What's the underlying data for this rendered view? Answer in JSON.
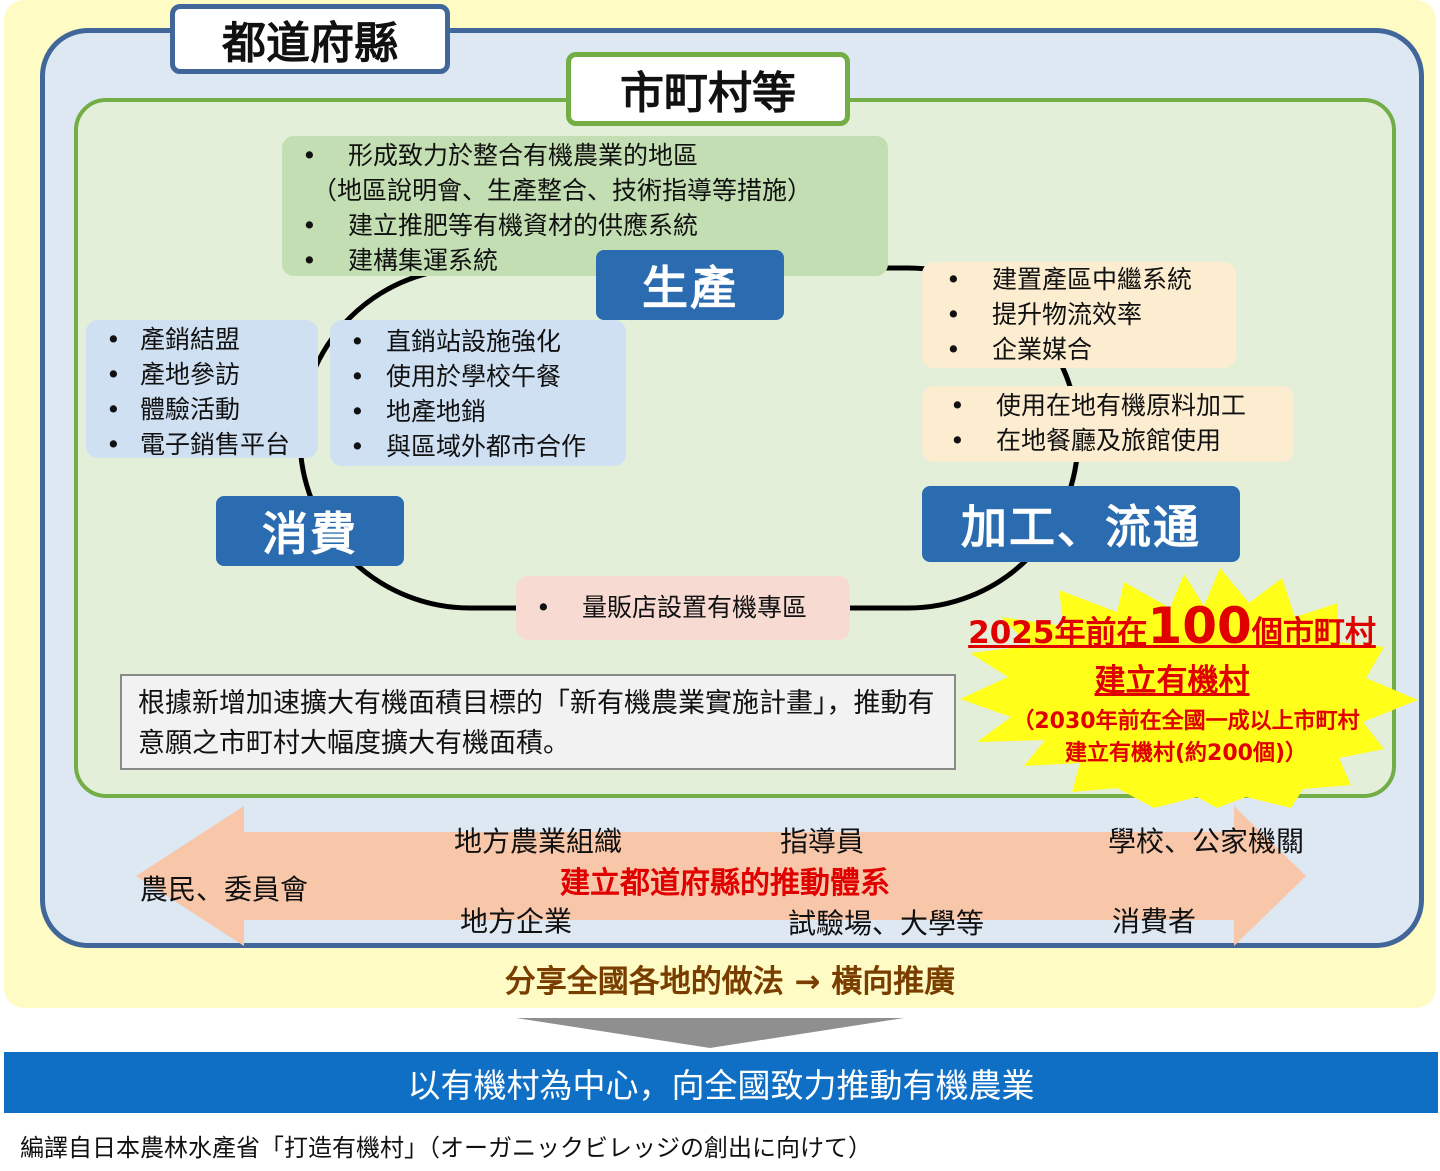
{
  "prefecture_label": "都道府縣",
  "municipality_label": "市町村等",
  "production": {
    "label": "生產",
    "items": [
      "形成致力於整合有機農業的地區",
      "（地區說明會、生產整合、技術指導等措施）",
      "建立推肥等有機資材的供應系統",
      "建構集運系統"
    ]
  },
  "distribution": {
    "label": "加工、流通",
    "items_a": [
      "建置產區中繼系統",
      "提升物流效率",
      "企業媒合"
    ],
    "items_b": [
      "使用在地有機原料加工",
      "在地餐廳及旅館使用"
    ]
  },
  "consumption": {
    "label": "消費",
    "items_left": [
      "產銷結盟",
      "產地參訪",
      "體驗活動",
      "電子銷售平台"
    ],
    "items_right": [
      "直銷站設施強化",
      "使用於學校午餐",
      "地產地銷",
      "與區域外都市合作"
    ],
    "items_bottom": [
      "量販店設置有機專區"
    ]
  },
  "plan_text": "根據新增加速擴大有機面積目標的「新有機農業實施計畫」，推動有意願之市町村大幅度擴大有機面積。",
  "target": {
    "prefix": "2025年前在",
    "number": "100",
    "suffix": "個市町村",
    "line2": "建立有機村",
    "sub1": "（2030年前在全國一成以上市町村",
    "sub2": "建立有機村(約200個)）"
  },
  "actors": {
    "farmers": "農民、委員會",
    "ag_org": "地方農業組織",
    "advisor": "指導員",
    "schools": "學校、公家機關",
    "local_business": "地方企業",
    "research": "試驗場、大學等",
    "consumers": "消費者"
  },
  "system_title": "建立都道府縣的推動體系",
  "share_text": "分享全國各地的做法 → 橫向推廣",
  "conclusion": "以有機村為中心，向全國致力推動有機農業",
  "source": "編譯自日本農林水產省「打造有機村」（オーガニックビレッジの創出に向けて）",
  "colors": {
    "prefecture_border": "#41669a",
    "municipality_border": "#73ad46",
    "label_blue": "#2b6cb0",
    "red_text": "#e00000",
    "burst_yellow": "#ffff1a",
    "arrow_peach": "#f8c7aa",
    "bar_blue": "#0e6fc4"
  }
}
